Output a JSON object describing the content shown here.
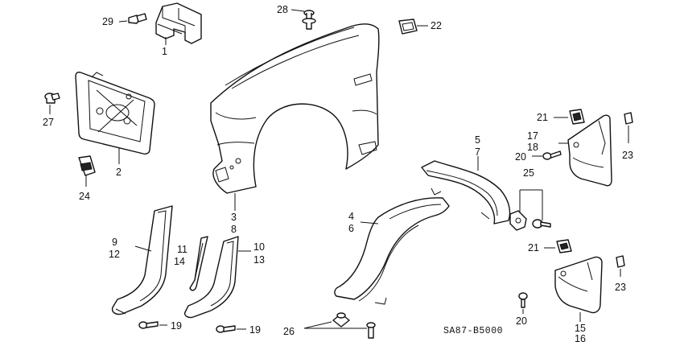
{
  "labels": {
    "p1": "1",
    "p2": "2",
    "p3": "3",
    "p4": "4",
    "p5": "5",
    "p6": "6",
    "p7": "7",
    "p8": "8",
    "p9": "9",
    "p10": "10",
    "p11": "11",
    "p12": "12",
    "p13": "13",
    "p14": "14",
    "p15": "15",
    "p16": "16",
    "p17": "17",
    "p18": "18",
    "p19a": "19",
    "p19b": "19",
    "p20a": "20",
    "p20b": "20",
    "p21a": "21",
    "p21b": "21",
    "p22": "22",
    "p23a": "23",
    "p23b": "23",
    "p24": "24",
    "p25": "25",
    "p26": "26",
    "p27": "27",
    "p28": "28",
    "p29": "29"
  },
  "diagram_code": "SA87-B5000"
}
